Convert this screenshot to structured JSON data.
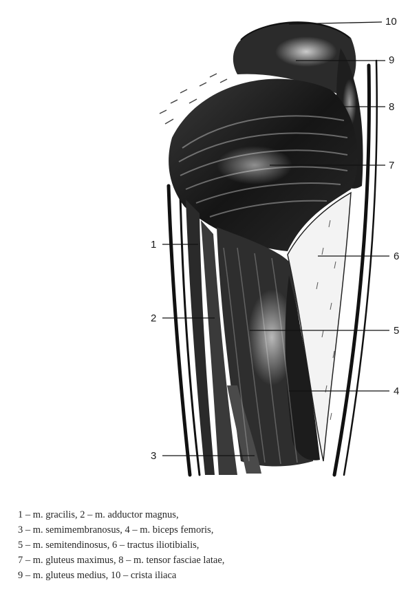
{
  "labels": [
    {
      "id": "1",
      "text": "1"
    },
    {
      "id": "2",
      "text": "2"
    },
    {
      "id": "3",
      "text": "3"
    },
    {
      "id": "4",
      "text": "4"
    },
    {
      "id": "5",
      "text": "5"
    },
    {
      "id": "6",
      "text": "6"
    },
    {
      "id": "7",
      "text": "7"
    },
    {
      "id": "8",
      "text": "8"
    },
    {
      "id": "9",
      "text": "9"
    },
    {
      "id": "10",
      "text": "10"
    }
  ],
  "legend": [
    "1 – m. gracilis, 2 – m. adductor magnus,",
    "3 – m. semimembranosus, 4 – m. biceps femoris,",
    "5 – m. semitendinosus, 6 – tractus iliotibialis,",
    "7 – m. gluteus maximus, 8 – m. tensor fasciae latae,",
    "9 – m. gluteus medius, 10 – crista iliaca"
  ]
}
